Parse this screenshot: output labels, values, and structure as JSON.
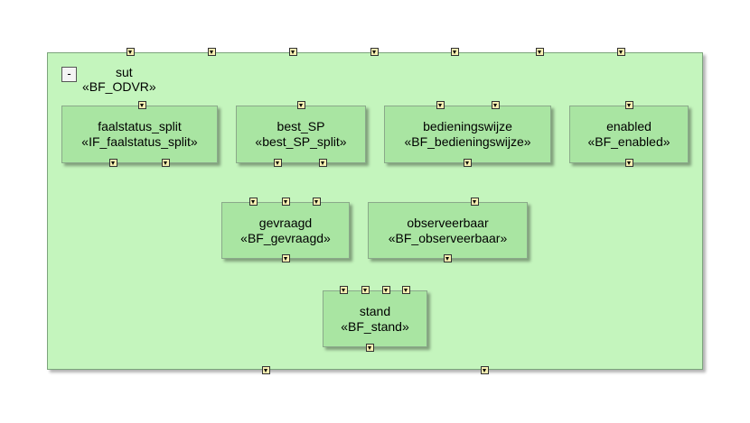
{
  "system": {
    "name": "sut",
    "stereotype": "«BF_ODVR»",
    "collapse_symbol": "-"
  },
  "blocks": [
    {
      "id": "faalstatus_split",
      "name": "faalstatus_split",
      "stereotype": "«IF_faalstatus_split»"
    },
    {
      "id": "best_SP",
      "name": "best_SP",
      "stereotype": "«best_SP_split»"
    },
    {
      "id": "bedieningswijze",
      "name": "bedieningswijze",
      "stereotype": "«BF_bedieningswijze»"
    },
    {
      "id": "enabled",
      "name": "enabled",
      "stereotype": "«BF_enabled»"
    },
    {
      "id": "gevraagd",
      "name": "gevraagd",
      "stereotype": "«BF_gevraagd»"
    },
    {
      "id": "observeerbaar",
      "name": "observeerbaar",
      "stereotype": "«BF_observeerbaar»"
    },
    {
      "id": "stand",
      "name": "stand",
      "stereotype": "«BF_stand»"
    }
  ],
  "colors": {
    "container_fill": "#c4f5bd",
    "block_fill": "#a9e5a2",
    "port_fill": "#f7f0b2",
    "line": "#000000"
  }
}
